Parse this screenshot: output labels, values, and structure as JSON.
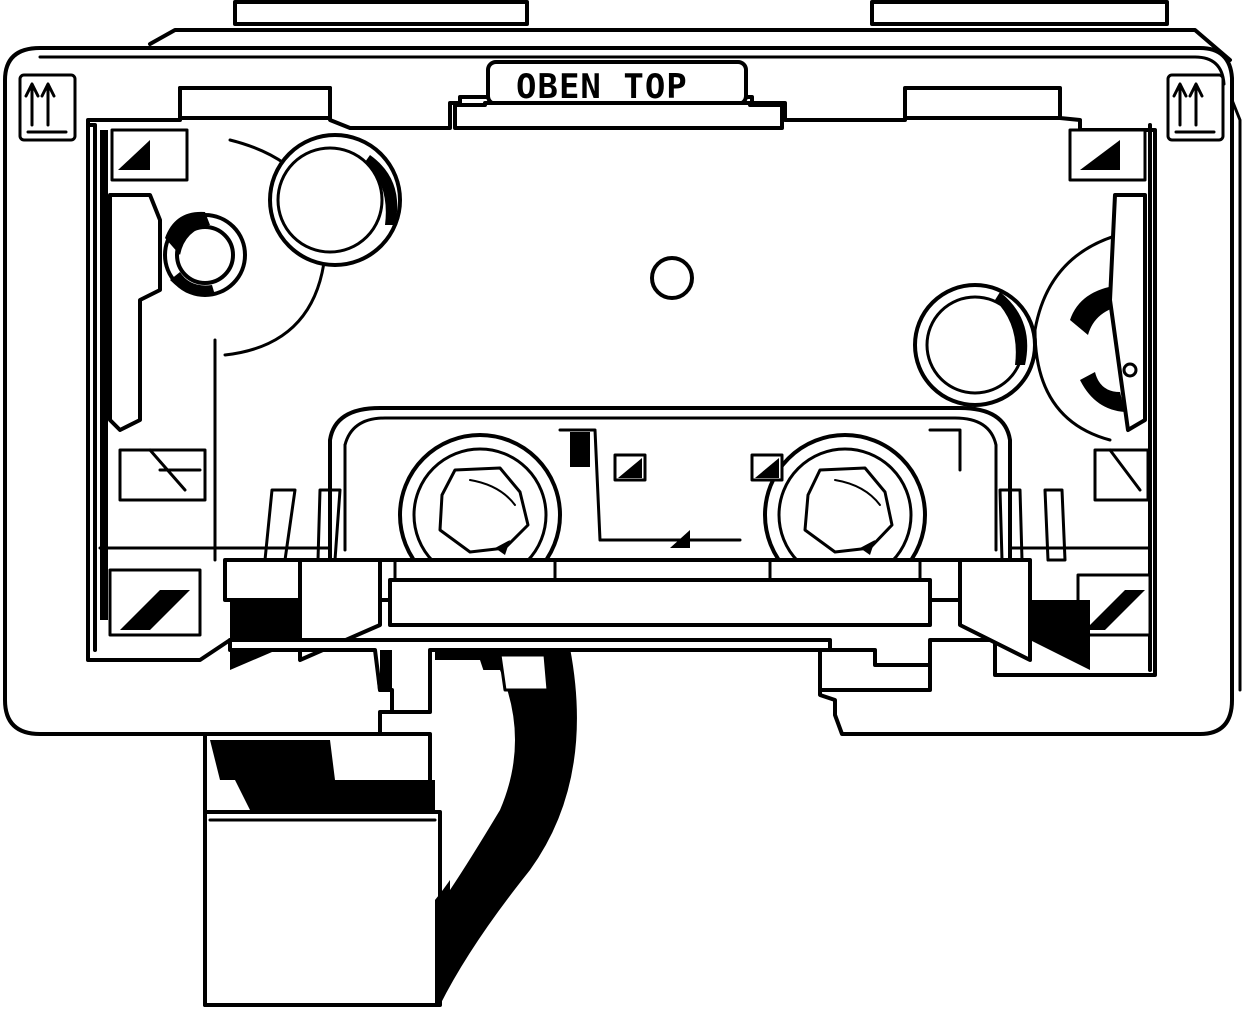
{
  "label": {
    "text": "OBEN  TOP"
  },
  "symbols": {
    "left": "this-side-up-arrows",
    "right": "this-side-up-arrows"
  }
}
